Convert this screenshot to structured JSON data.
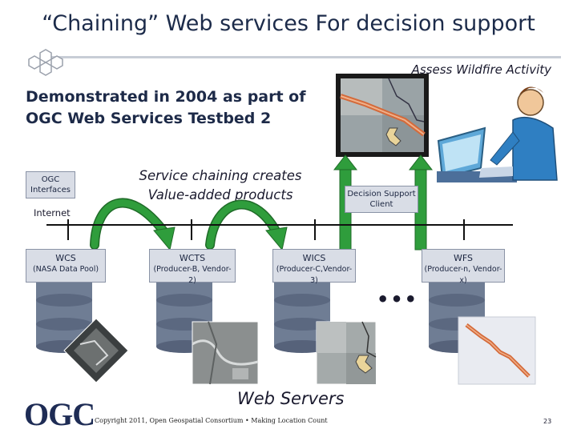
{
  "title": "“Chaining” Web services For decision support",
  "subtitle": "Assess Wildfire Activity",
  "demo_text": [
    "Demonstrated in 2004 as part of",
    "OGC Web Services Testbed 2"
  ],
  "ogc_interfaces_label": [
    "OGC",
    "Interfaces"
  ],
  "chaining_text": [
    "Service chaining creates",
    "Value-added products"
  ],
  "internet_label": "Internet",
  "dss_label": [
    "Decision Support",
    "Client"
  ],
  "services": [
    {
      "name": "WCS",
      "provider": "(NASA Data Pool)"
    },
    {
      "name": "WCTS",
      "provider": "(Producer-B, Vendor-2)"
    },
    {
      "name": "WICS",
      "provider": "(Producer-C,Vendor-3)"
    },
    {
      "name": "WFS",
      "provider": "(Producer-n, Vendor-x)"
    }
  ],
  "ellipsis": "•••",
  "web_servers": "Web Servers",
  "logo_text": "OGC",
  "copyright": "Copyright  2011, Open Geospatial Consortium • Making Location Count",
  "page_number": "23",
  "colors": {
    "arrow_green": "#2f9d3c",
    "box_fill": "#d9dde6",
    "title": "#1c2b4a"
  }
}
